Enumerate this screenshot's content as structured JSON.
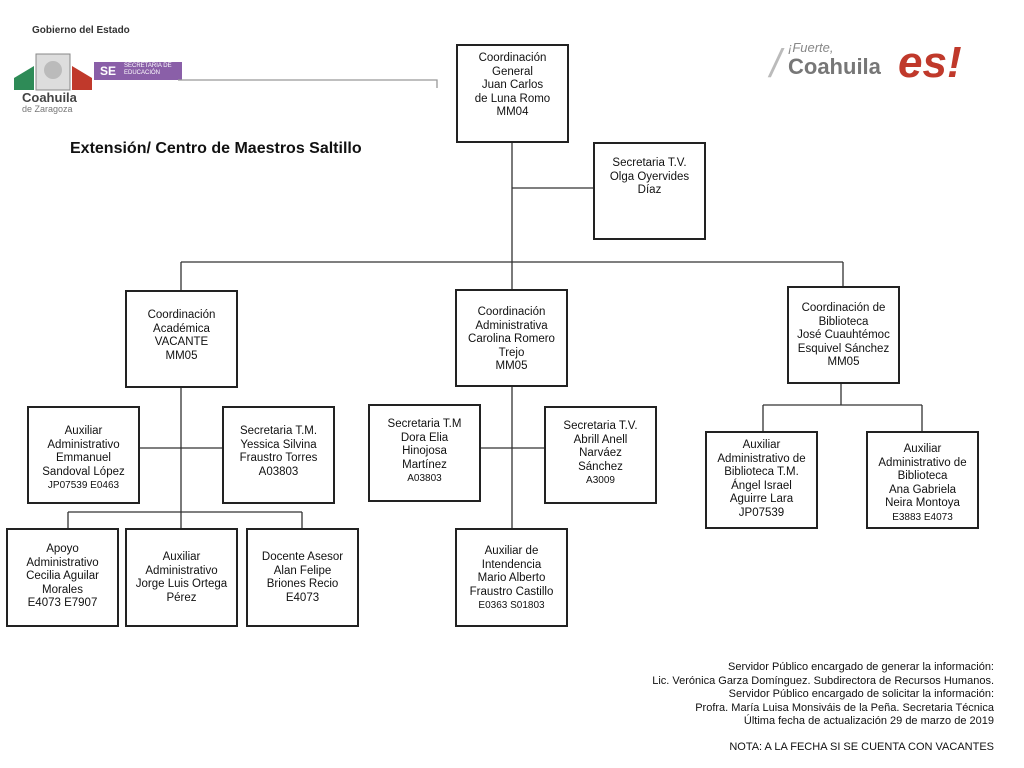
{
  "header": {
    "title": "Extensión/ Centro de Maestros Saltillo",
    "logo_left": {
      "gobierno": "Gobierno del Estado",
      "se": "SE",
      "se_text": "SECRETARÍA DE EDUCACIÓN",
      "coahuila": "Coahuila",
      "zaragoza": "de Zaragoza"
    },
    "logo_right": {
      "fuerte": "¡Fuerte,",
      "coahuila": "Coahuila",
      "es": "es!"
    }
  },
  "nodes": {
    "coordinacion_general": [
      "Coordinación",
      "General",
      "Juan Carlos",
      "de Luna Romo",
      "MM04"
    ],
    "secretaria_tv_general": [
      "Secretaria T.V.",
      "Olga Oyervides",
      "Díaz"
    ],
    "coordinacion_academica": [
      "Coordinación",
      "Académica",
      "VACANTE",
      "MM05"
    ],
    "coordinacion_administrativa": [
      "Coordinación",
      "Administrativa",
      "Carolina Romero",
      "Trejo",
      "MM05"
    ],
    "coordinacion_biblioteca": [
      "Coordinación de",
      "Biblioteca",
      "José Cuauhtémoc",
      "Esquivel Sánchez",
      "MM05"
    ],
    "auxiliar_admin_emmanuel": [
      "Auxiliar",
      "Administrativo",
      "Emmanuel",
      "Sandoval López",
      "JP07539  E0463"
    ],
    "secretaria_tm_yessica": [
      "Secretaria  T.M.",
      "Yessica Silvina",
      "Fraustro Torres",
      "A03803"
    ],
    "secretaria_tm_dora": [
      "Secretaria T.M",
      "Dora Elia",
      "Hinojosa",
      "Martínez",
      "A03803"
    ],
    "secretaria_tv_abrill": [
      "Secretaria  T.V.",
      "Abrill Anell",
      "Narváez",
      "Sánchez",
      "A3009"
    ],
    "auxiliar_biblioteca_angel": [
      "Auxiliar",
      "Administrativo de",
      "Biblioteca  T.M.",
      "Ángel  Israel",
      "Aguirre Lara",
      "JP07539"
    ],
    "auxiliar_biblioteca_ana": [
      "Auxiliar",
      "Administrativo  de",
      "Biblioteca",
      "Ana Gabriela",
      "Neira Montoya",
      "E3883   E4073"
    ],
    "apoyo_admin_cecilia": [
      "Apoyo",
      "Administrativo",
      "Cecilia Aguilar",
      "Morales",
      "E4073  E7907"
    ],
    "auxiliar_admin_jorge": [
      "Auxiliar",
      "Administrativo",
      "Jorge Luis Ortega",
      "Pérez"
    ],
    "docente_asesor_alan": [
      "Docente Asesor",
      "Alan Felipe",
      "Briones Recio",
      "E4073"
    ],
    "auxiliar_intendencia_mario": [
      "Auxiliar de",
      "Intendencia",
      "Mario Alberto",
      "Fraustro Castillo",
      "E0363  S01803"
    ]
  },
  "footer": {
    "line1": "Servidor Público encargado de generar la información:",
    "line2": "Lic. Verónica Garza Domínguez. Subdirectora de Recursos Humanos.",
    "line3": "Servidor Público encargado de solicitar la información:",
    "line4": "Profra. María Luisa Monsiváis de la Peña. Secretaria Técnica",
    "line5": "Última fecha de actualización 29 de marzo de 2019",
    "note": "NOTA: A LA FECHA SI SE CUENTA CON VACANTES"
  }
}
